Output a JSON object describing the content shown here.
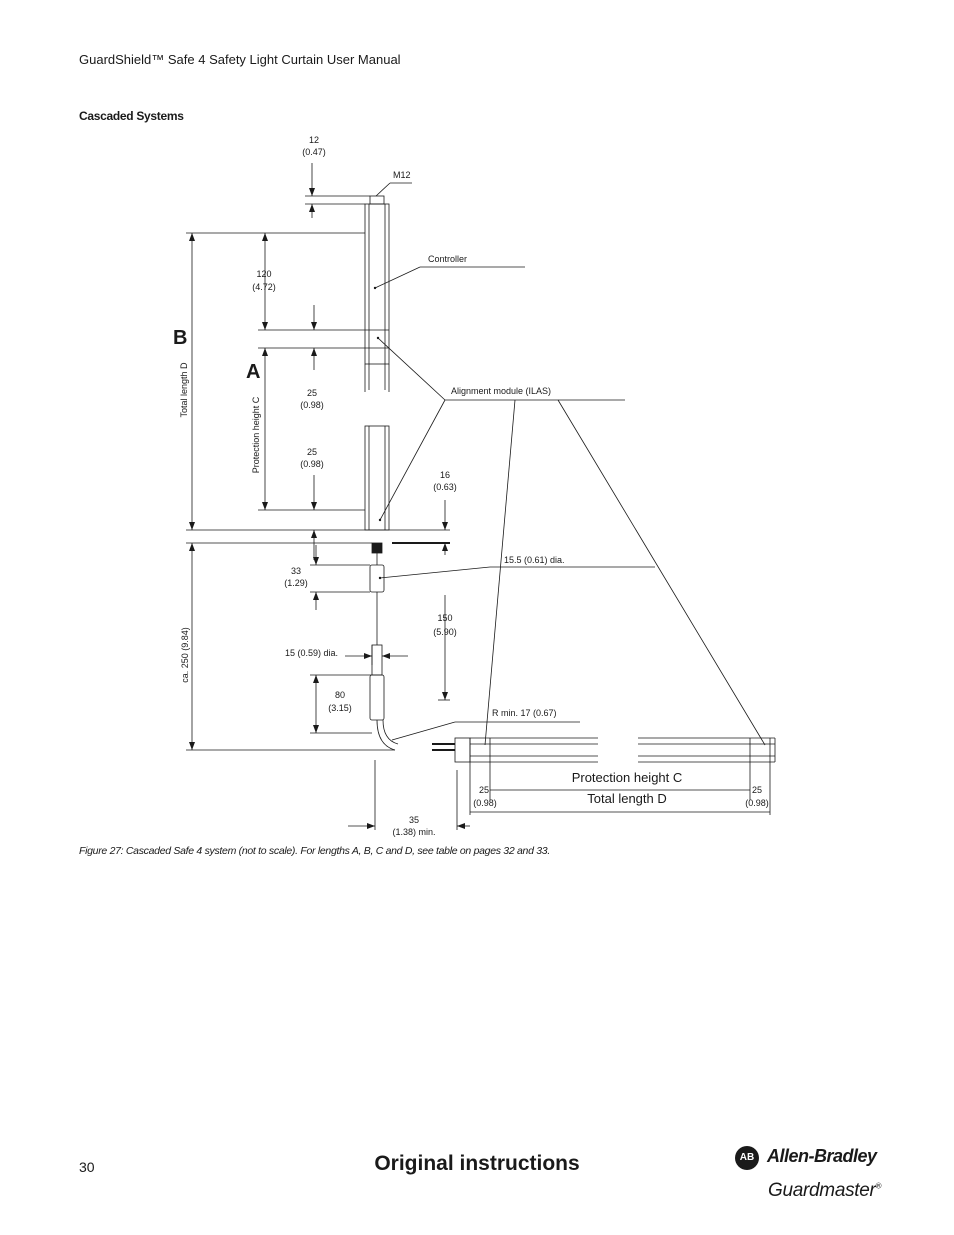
{
  "header": {
    "title": "GuardShield™ Safe 4 Safety Light Curtain User Manual"
  },
  "section": {
    "title": "Cascaded Systems"
  },
  "drawing": {
    "dim_top_val": "12",
    "dim_top_in": "(0.47)",
    "connector_label": "M12",
    "controller_label": "Controller",
    "dim_120_val": "120",
    "dim_120_in": "(4.72)",
    "letter_b": "B",
    "letter_a": "A",
    "total_length_label": "Total length D",
    "protection_height_label": "Protection height C",
    "dim_25a_val": "25",
    "dim_25a_in": "(0.98)",
    "dim_25b_val": "25",
    "dim_25b_in": "(0.98)",
    "alignment_label": "Alignment module (ILAS)",
    "dim_16_val": "16",
    "dim_16_in": "(0.63)",
    "dia_155_label": "15.5 (0.61) dia.",
    "dim_33_val": "33",
    "dim_33_in": "(1.29)",
    "dim_150_val": "150",
    "dim_150_in": "(5.90)",
    "ca250_label": "ca. 250 (9.84)",
    "dia_15_label": "15 (0.59) dia.",
    "dim_80_val": "80",
    "dim_80_in": "(3.15)",
    "rmin_label": "R min. 17 (0.67)",
    "h_protection_label": "Protection height C",
    "h_total_label": "Total length D",
    "h_25l_val": "25",
    "h_25l_in": "(0.98)",
    "h_25r_val": "25",
    "h_25r_in": "(0.98)",
    "dim_35_val": "35",
    "dim_35_in": "(1.38) min."
  },
  "caption": "Figure 27: Cascaded Safe 4 system (not to scale). For lengths A, B, C and D, see table on pages 32 and 33.",
  "footer": {
    "page_number": "30",
    "title": "Original instructions",
    "logo_mark": "AB",
    "logo_name": "Allen-Bradley",
    "logo_sub": "Guardmaster",
    "logo_reg": "®"
  }
}
